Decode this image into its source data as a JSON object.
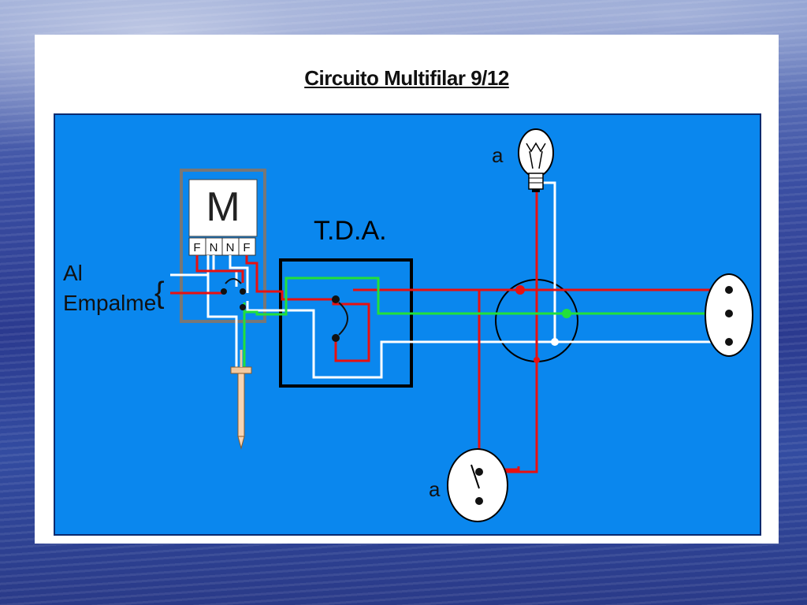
{
  "title": "Circuito Multifilar 9/12",
  "labels": {
    "meter_symbol": "M",
    "terminals": [
      "F",
      "N",
      "N",
      "F"
    ],
    "empalme_line1": "Al",
    "empalme_line2": "Empalme",
    "brace": "{",
    "tda": "T.D.A.",
    "lamp_label": "a",
    "switch_label": "a"
  },
  "colors": {
    "panel_bg": "#0a87ee",
    "phase_wire": "#e81010",
    "neutral_wire": "#ffffff",
    "ground_wire": "#22e03a",
    "outline": "#000000"
  }
}
